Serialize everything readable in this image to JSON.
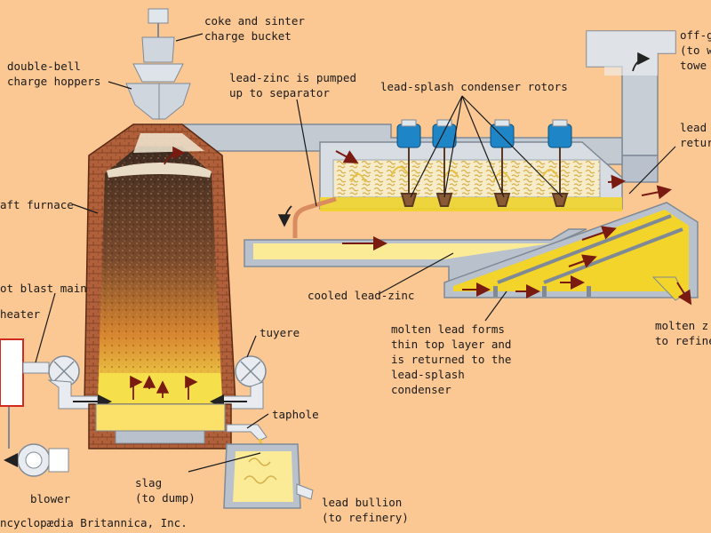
{
  "labels": {
    "coke_sinter": "coke and sinter\ncharge bucket",
    "double_bell": "double-bell\ncharge hoppers",
    "lead_zinc_pumped": "lead-zinc is pumped\nup to separator",
    "condenser_rotors": "lead-splash condenser rotors",
    "off_gas": "off-g\n(to w\ntowe",
    "lead_return": "lead\nretur",
    "shaft_furnace": "aft furnace",
    "hot_blast_main": "ot blast main",
    "heater": "heater",
    "cooled_lead_zinc": "cooled lead-zinc",
    "molten_lead_forms": "molten lead forms\nthin top layer and\nis returned to the\nlead-splash\ncondenser",
    "molten_zinc": "molten z\nto refine",
    "tuyere": "tuyere",
    "taphole": "taphole",
    "slag": "slag\n(to dump)",
    "lead_bullion": "lead bullion\n(to refinery)",
    "blower": "blower",
    "credit": "ncyclopædia Britannica, Inc."
  },
  "colors": {
    "background": "#fbc793",
    "brick": "#b0603a",
    "steel": "#b9c2cc",
    "steel_dark": "#7f8a96",
    "molten_zinc": "#f2d42a",
    "molten_zinc_pale": "#fbeb97",
    "rotor": "#1e86c7",
    "charge_dark": "#3d2b20",
    "flame": "#f5df4a"
  }
}
